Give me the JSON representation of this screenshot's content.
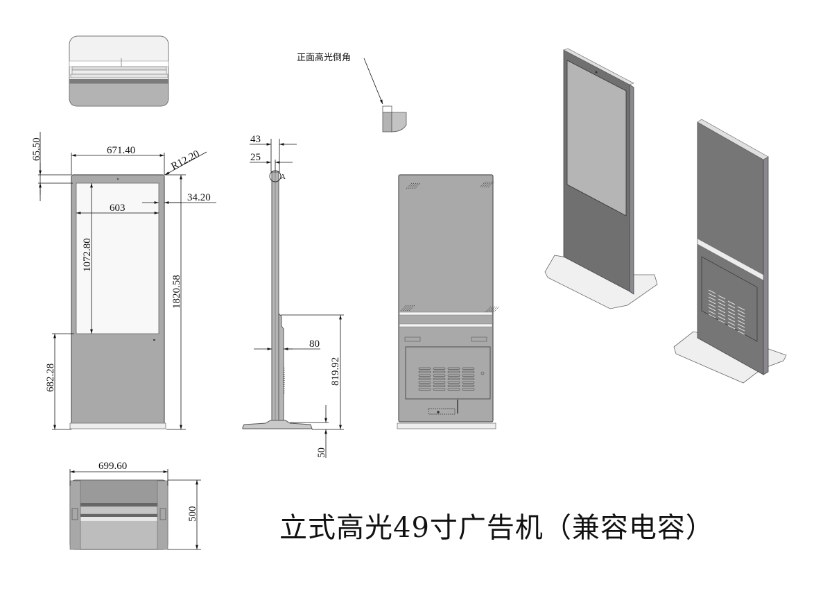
{
  "drawing": {
    "title": "立式高光49寸广告机（兼容电容）",
    "callout_note": "正面高光倒角",
    "detail_label": "A",
    "front_view": {
      "overall_width": "671.40",
      "corner_radius": "R12.20",
      "top_bezel": "65.50",
      "side_bezel": "34.20",
      "screen_width": "603",
      "screen_height": "1072.80",
      "overall_height": "1820.58",
      "lower_panel_height": "682.28"
    },
    "side_view": {
      "top_thickness": "43",
      "screen_thickness": "25",
      "body_depth": "80",
      "lower_body_height": "819.92",
      "base_height": "50"
    },
    "base_view": {
      "base_width": "699.60",
      "base_depth": "500"
    },
    "colors": {
      "line": "#111111",
      "body": "#a6a6a6",
      "screen": "#f7f7f7",
      "iso_dark": "#6f6f6f",
      "iso_screen": "#b4b4b4",
      "base": "#e8e8e8"
    }
  }
}
